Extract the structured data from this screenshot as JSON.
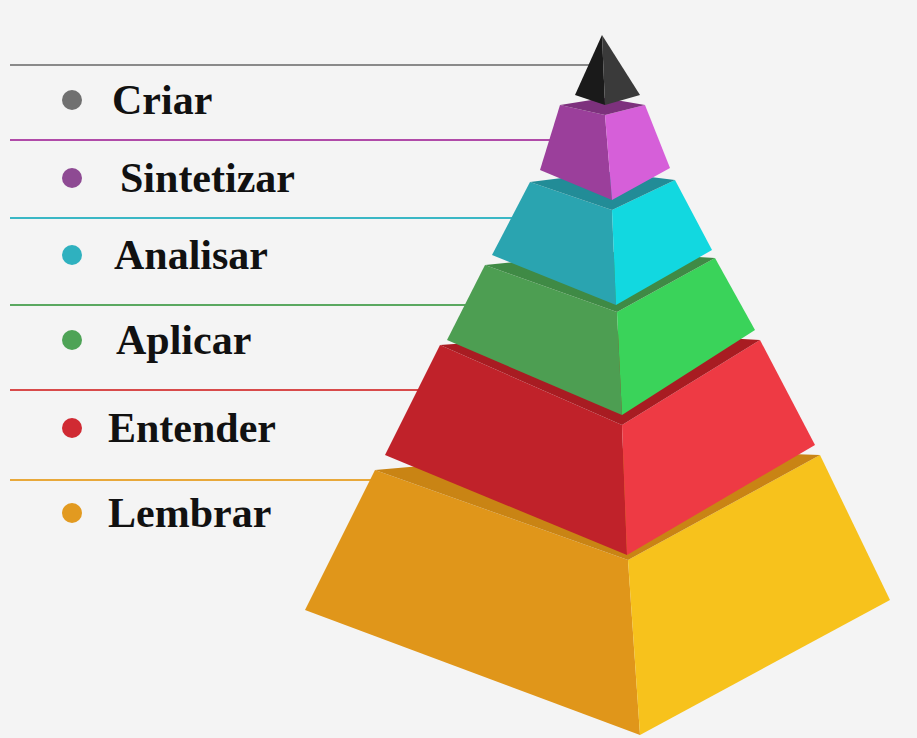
{
  "diagram": {
    "legend": [
      {
        "text": "Criar",
        "color": "#707070"
      },
      {
        "text": "Sintetizar",
        "color": "#8e4a93"
      },
      {
        "text": "Analisar",
        "color": "#2fb1bf"
      },
      {
        "text": "Aplicar",
        "color": "#4ea356"
      },
      {
        "text": "Entender",
        "color": "#d02a33"
      },
      {
        "text": "Lembrar",
        "color": "#e29a20"
      }
    ]
  }
}
